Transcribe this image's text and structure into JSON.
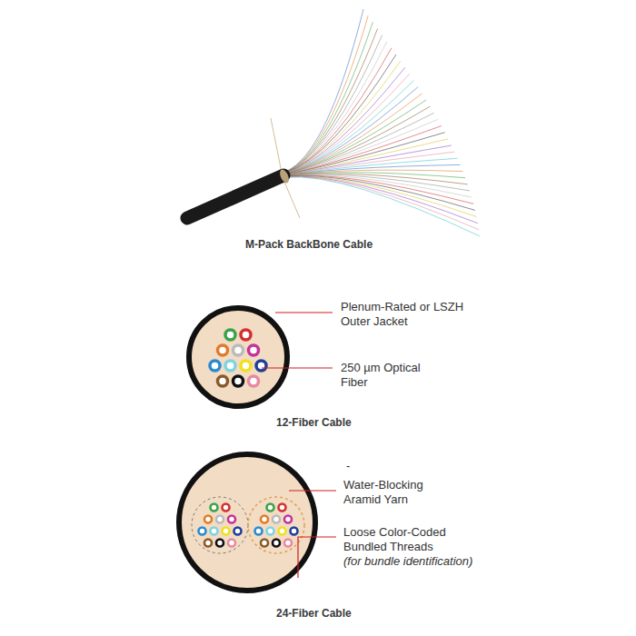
{
  "diagram": {
    "labels": [
      "M-Pack BackBone Cable",
      "Plenum-Rated or LSZH Outer Jacket",
      "250 µm Optical Fiber",
      "12-Fiber Cable",
      "-",
      "Water-Blocking Aramid Yarn",
      "Loose Color-Coded Bundled Threads",
      "(for bundle identification)",
      "24-Fiber Cable"
    ]
  }
}
